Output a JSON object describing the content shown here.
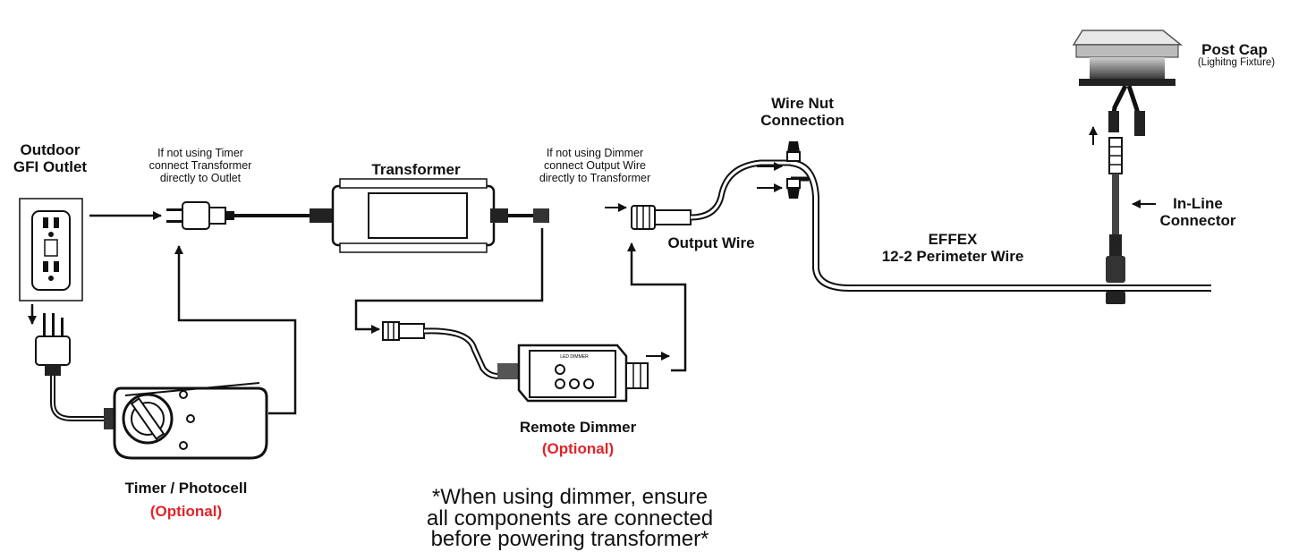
{
  "labels": {
    "outlet": [
      "Outdoor",
      "GFI Outlet"
    ],
    "timer_note": [
      "If not using Timer",
      "connect Transformer",
      "directly to Outlet"
    ],
    "transformer": "Transformer",
    "dimmer_note": [
      "If not using Dimmer",
      "connect Output Wire",
      "directly to Transformer"
    ],
    "wire_nut": [
      "Wire Nut",
      "Connection"
    ],
    "post_cap": "Post Cap",
    "post_cap_sub": "(Lighitng Fixture)",
    "inline_connector": [
      "In-Line",
      "Connector"
    ],
    "output_wire": "Output Wire",
    "perimeter_wire": [
      "EFFEX",
      "12-2 Perimeter Wire"
    ],
    "remote_dimmer": "Remote Dimmer",
    "remote_dimmer_optional": "(Optional)",
    "timer_photocell": "Timer / Photocell",
    "timer_optional": "(Optional)",
    "dimmer_panel_text": "LED DIMMER",
    "footnote": [
      "*When using dimmer, ensure",
      "all components are connected",
      "before powering transformer*"
    ]
  },
  "colors": {
    "accent_red": "#e0242b",
    "line": "#111111"
  },
  "icons": [
    "gfi-outlet",
    "plug",
    "transformer-box",
    "timer-dial",
    "remote-dimmer",
    "post-cap-light",
    "inline-connector",
    "wire-nut"
  ]
}
